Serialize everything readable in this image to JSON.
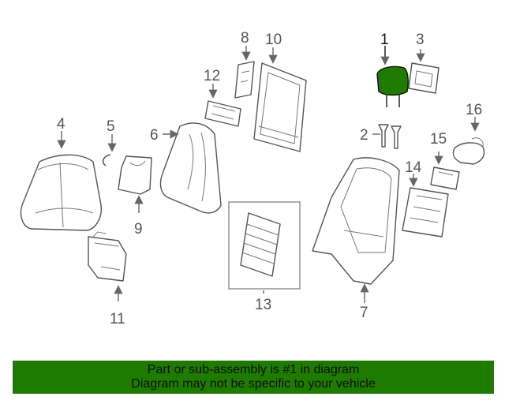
{
  "diagram": {
    "callouts": {
      "c1": "1",
      "c2": "2",
      "c3": "3",
      "c4": "4",
      "c5": "5",
      "c6": "6",
      "c7": "7",
      "c8": "8",
      "c9": "9",
      "c10": "10",
      "c11": "11",
      "c12": "12",
      "c13": "13",
      "c14": "14",
      "c15": "15",
      "c16": "16"
    },
    "highlight_color": "#1f7a00"
  },
  "banner": {
    "line1": "Part or sub-assembly is #1 in diagram",
    "line2": "Diagram may not be specific to your vehicle",
    "background": "#1f7a00"
  }
}
